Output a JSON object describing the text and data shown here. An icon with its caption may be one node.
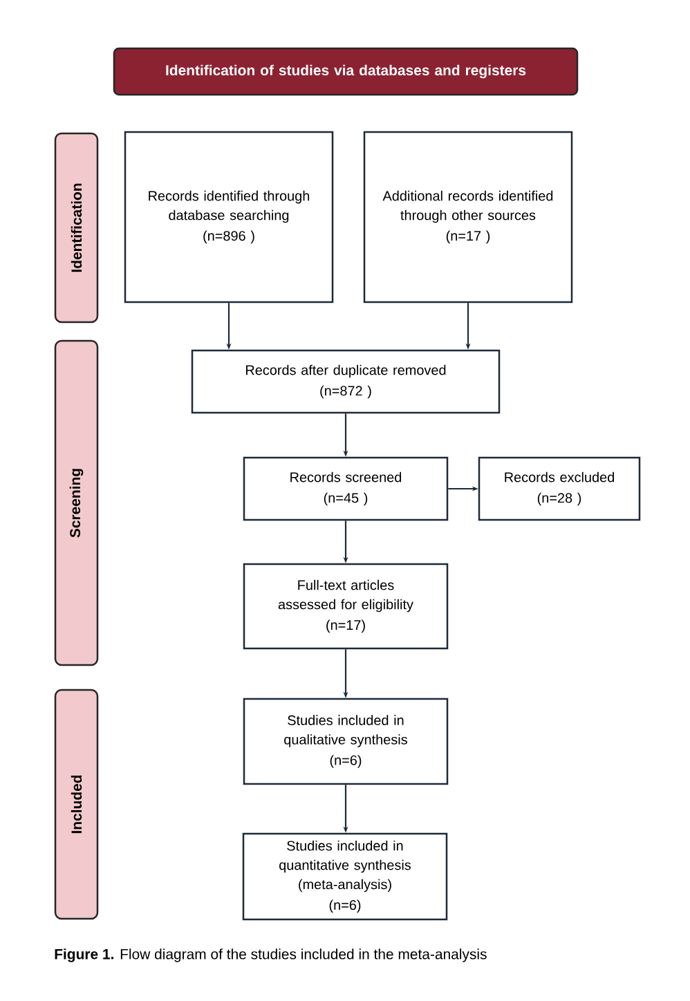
{
  "diagram": {
    "caption": "**Figure 1.** Flow diagram of the studies included in the meta-analysis",
    "nodes": [
      {
        "text": [
          "Identification of studies via databases and registers"
        ]
      },
      {
        "text": [
          "Identification"
        ]
      },
      {
        "text": [
          "Screening"
        ]
      },
      {
        "text": [
          "Included"
        ]
      },
      {
        "text": [
          "Records identified through database searching",
          "(n=896 )"
        ]
      },
      {
        "text": [
          "Additional records identified through other sources",
          "(n=17 )"
        ]
      },
      {
        "text": [
          "Records after duplicate removed",
          "(n=872 )"
        ]
      },
      {
        "text": [
          "Records screened",
          "(n=45 )"
        ]
      },
      {
        "text": [
          "Records excluded",
          "(n=28 )"
        ]
      },
      {
        "text": [
          "Full-text articles assessed for eligibility",
          "(n=17)"
        ]
      },
      {
        "text": [
          "Studies included in qualitative synthesis",
          "(n=6)"
        ]
      },
      {
        "text": [
          "Studies included in quantitative synthesis (meta-analysis)",
          "(n=6)"
        ]
      }
    ],
    "edges": [
      {
        "from": 4,
        "to": 6,
        "arrow": "to"
      },
      {
        "from": 5,
        "to": 6,
        "arrow": "to"
      },
      {
        "from": 6,
        "to": 7,
        "arrow": "to"
      },
      {
        "from": 7,
        "to": 8,
        "arrow": "to"
      },
      {
        "from": 7,
        "to": 9,
        "arrow": "to"
      },
      {
        "from": 9,
        "to": 10,
        "arrow": "to"
      },
      {
        "from": 10,
        "to": 11,
        "arrow": "to"
      }
    ]
  }
}
